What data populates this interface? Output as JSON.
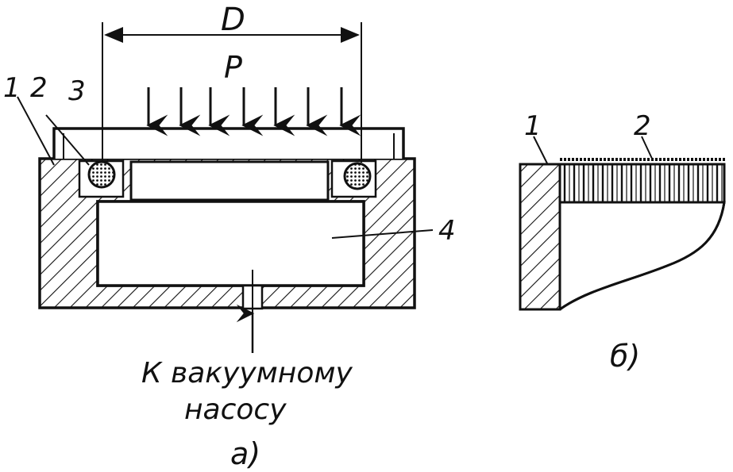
{
  "labels": {
    "dimension": "D",
    "pressure": "P",
    "part1": "1",
    "part2": "2",
    "part3": "3",
    "part4": "4",
    "pump_line1": "К вакуумному",
    "pump_line2": "насосу",
    "caption_a": "а)",
    "b_part1": "1",
    "b_part2": "2",
    "caption_b": "б)"
  },
  "colors": {
    "ink": "#111111",
    "paper": "#ffffff"
  }
}
